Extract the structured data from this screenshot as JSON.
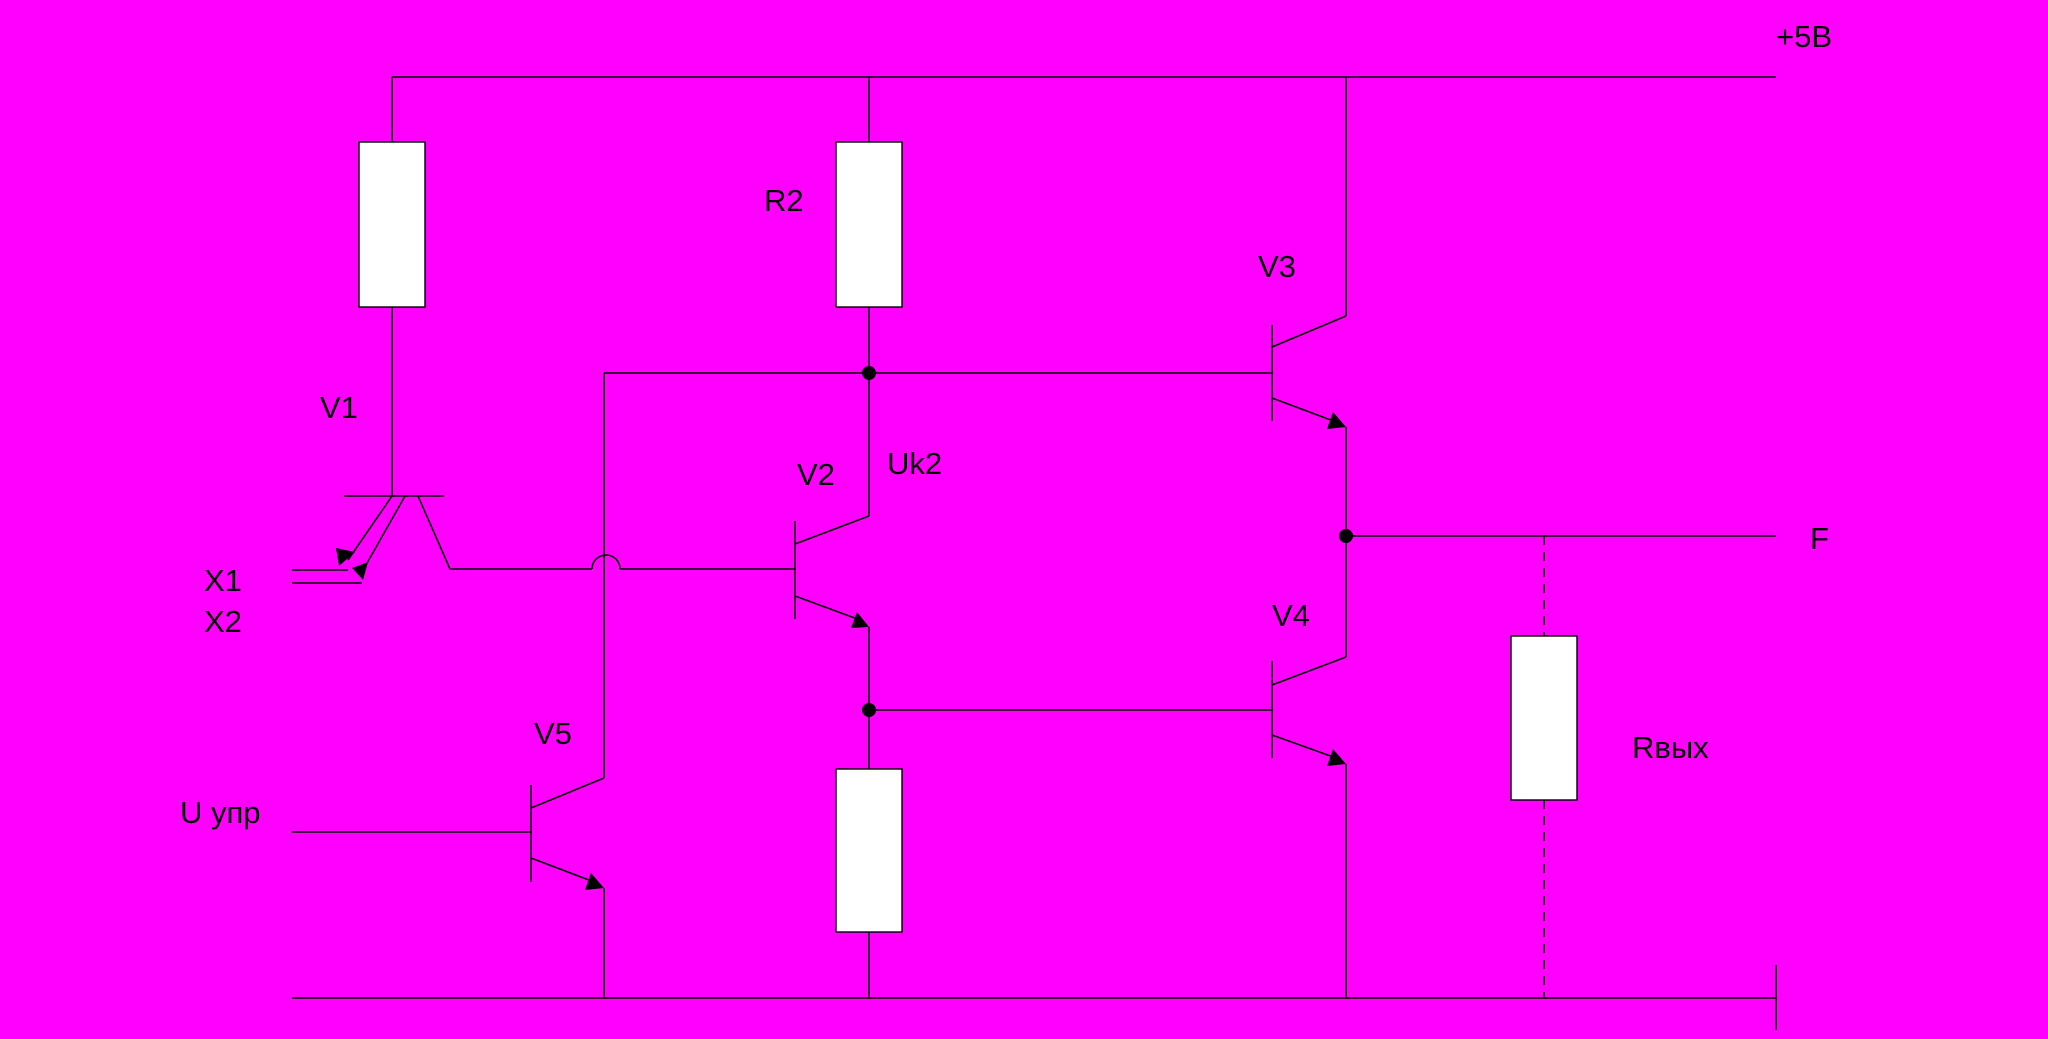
{
  "colors": {
    "background": "#FF00FF",
    "wire": "#000000",
    "resistor_fill": "#FFFFFF"
  },
  "labels": {
    "supply": "+5В",
    "r2": "R2",
    "v1": "V1",
    "v2": "V2",
    "v3": "V3",
    "v4": "V4",
    "v5": "V5",
    "uk2": "Uk2",
    "x1": "X1",
    "x2": "X2",
    "output": "F",
    "u_control": "U упр",
    "r_out": "Rвых"
  }
}
